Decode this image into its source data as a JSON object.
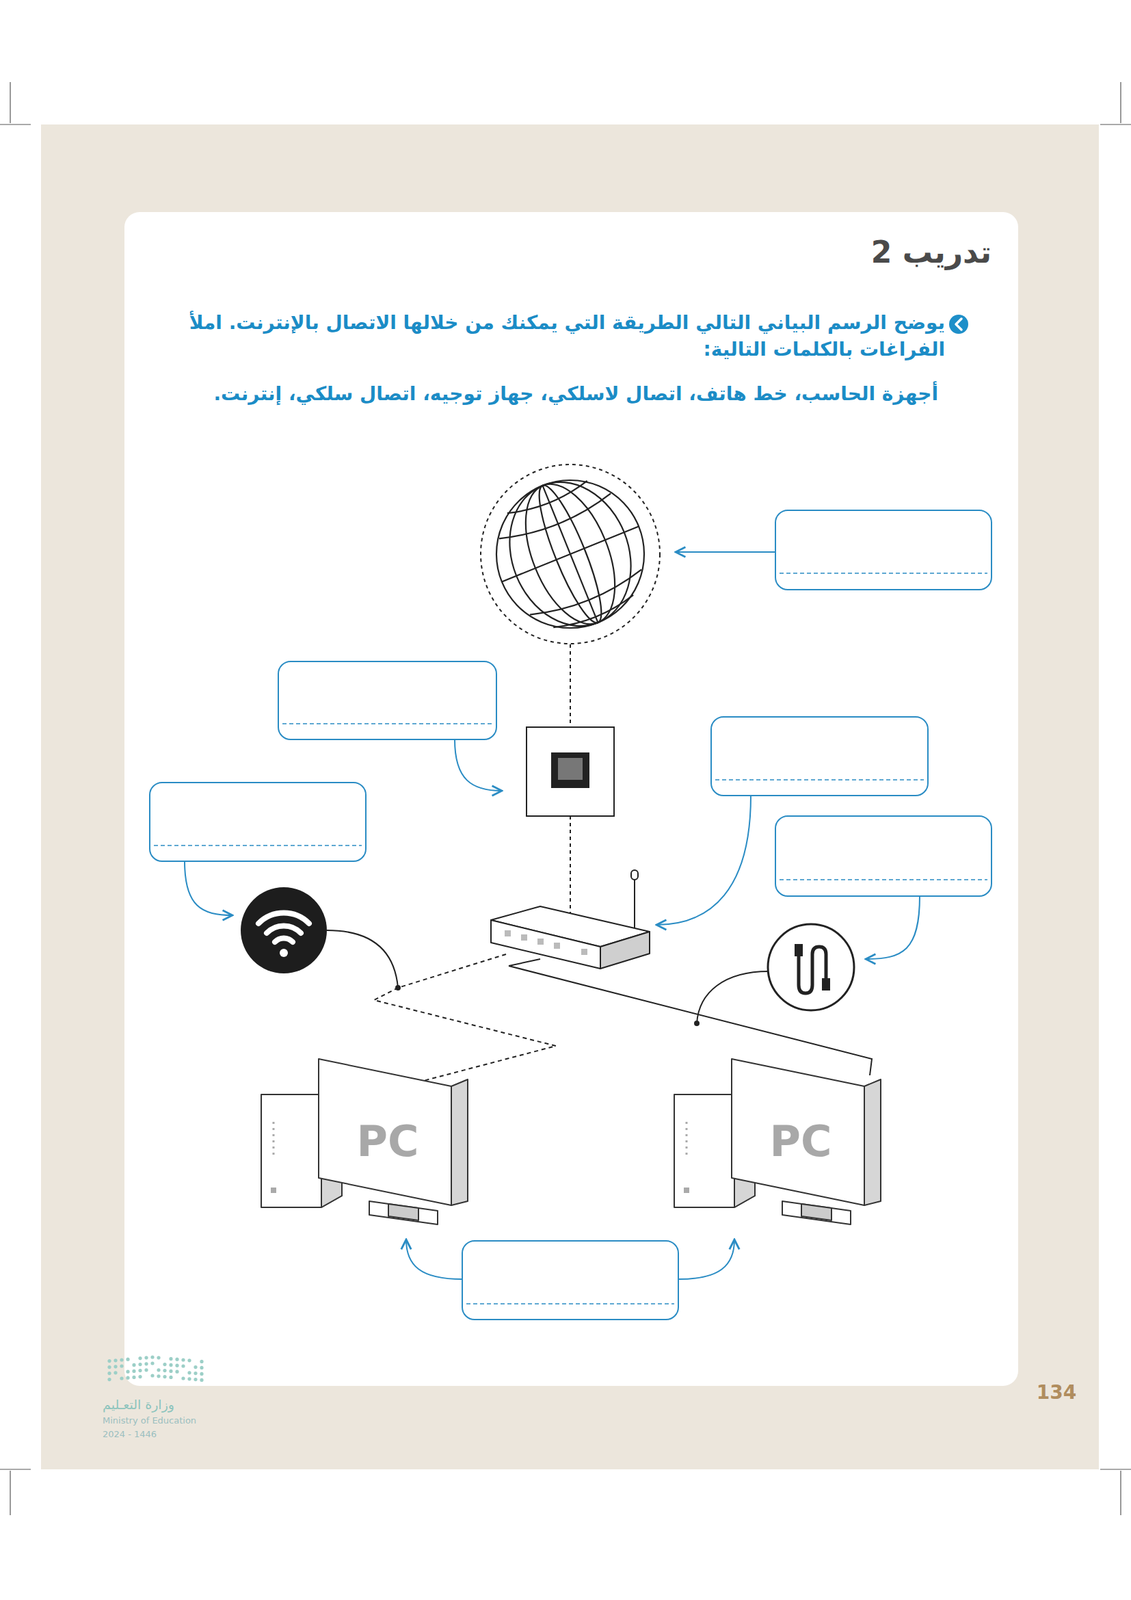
{
  "diagram": {
    "title": "تدريب 2",
    "labels": [
      "يوضح الرسم البياني التالي الطريقة التي يمكنك من خلالها الاتصال بالإنترنت. املأ الفراغات بالكلمات التالية:",
      "أجهزة الحاسب، خط هاتف، اتصال لاسلكي، جهاز توجيه، اتصال سلكي، إنترنت.",
      "PC",
      "PC",
      "134",
      "وزارة التعـليم",
      "Ministry of Education",
      "2024 - 1446"
    ]
  }
}
